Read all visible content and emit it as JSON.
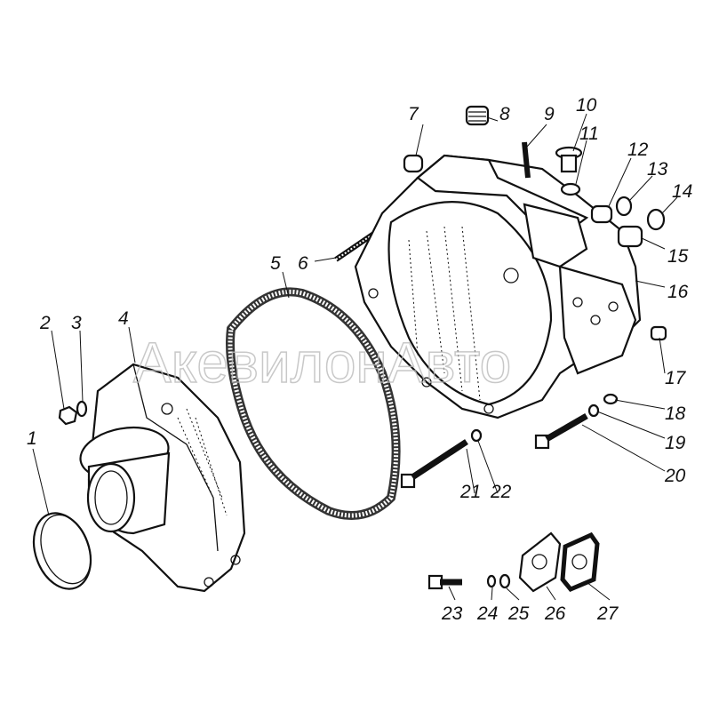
{
  "diagram": {
    "watermark": "АкевилонАвто",
    "part_labels": [
      "1",
      "2",
      "3",
      "4",
      "5",
      "6",
      "7",
      "8",
      "9",
      "10",
      "11",
      "12",
      "13",
      "14",
      "15",
      "16",
      "17",
      "18",
      "19",
      "20",
      "21",
      "22",
      "23",
      "24",
      "25",
      "26",
      "27"
    ]
  }
}
